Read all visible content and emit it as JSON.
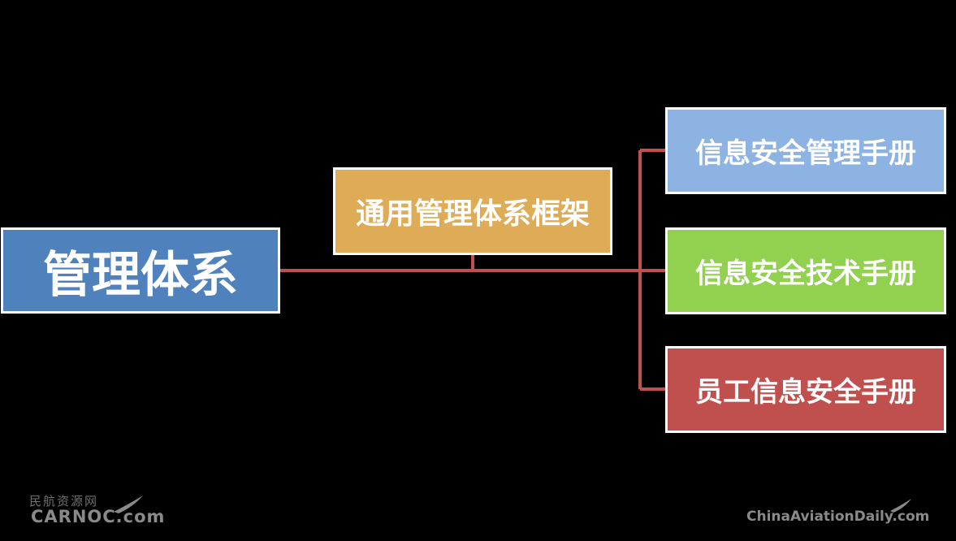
{
  "diagram": {
    "root": {
      "label": "管理体系",
      "color": "#4f81bd"
    },
    "middle": {
      "label": "通用管理体系框架",
      "color": "#deab56"
    },
    "leaves": [
      {
        "label": "信息安全管理手册",
        "color": "#8db3e2"
      },
      {
        "label": "信息安全技术手册",
        "color": "#92d050"
      },
      {
        "label": "员工信息安全手册",
        "color": "#c0504d"
      }
    ],
    "connector_color": "#c0504d",
    "box_border_color": "#ffffff"
  },
  "watermarks": {
    "left_top": "民航资源网",
    "left_bottom": "CARNOC.com",
    "right": "ChinaAviationDaily.com"
  },
  "background": "#000000"
}
